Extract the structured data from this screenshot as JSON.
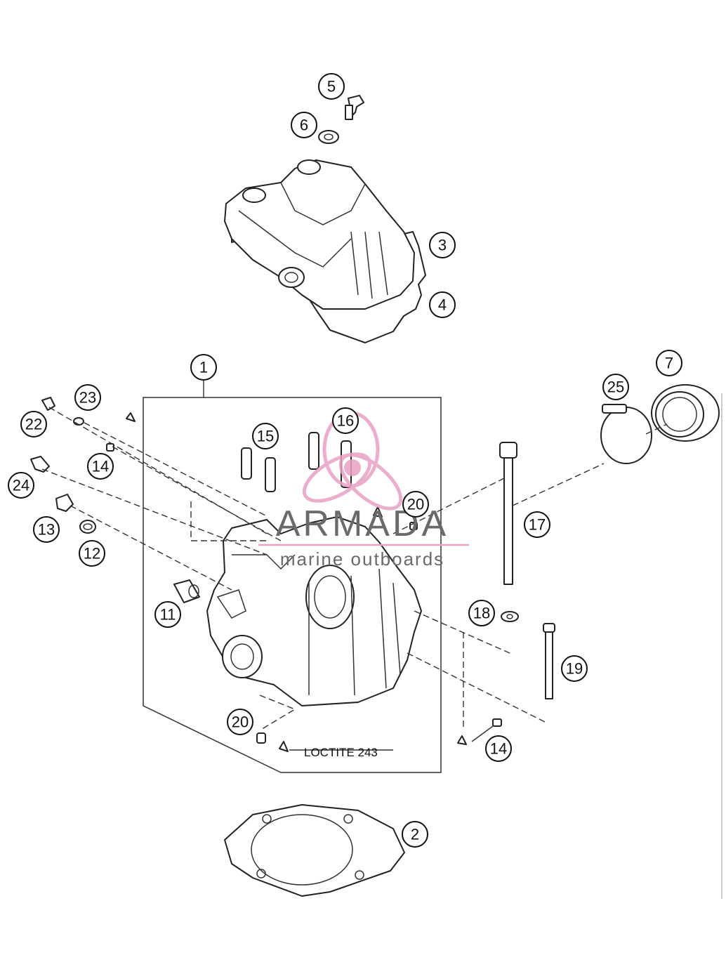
{
  "callouts": {
    "c1": "1",
    "c2": "2",
    "c3": "3",
    "c4": "4",
    "c5": "5",
    "c6": "6",
    "c7": "7",
    "c11": "11",
    "c12": "12",
    "c13": "13",
    "c14a": "14",
    "c14b": "14",
    "c15": "15",
    "c16": "16",
    "c17": "17",
    "c18": "18",
    "c19": "19",
    "c20a": "20",
    "c20b": "20",
    "c22": "22",
    "c23": "23",
    "c24": "24",
    "c25": "25"
  },
  "note": {
    "loctite": "LOCTITE 243"
  },
  "watermark": {
    "title": "ARMADA",
    "subtitle": "marine outboards",
    "color": "#e8a0c4"
  },
  "colors": {
    "line": "#222222",
    "accent": "#e8a0c4"
  }
}
